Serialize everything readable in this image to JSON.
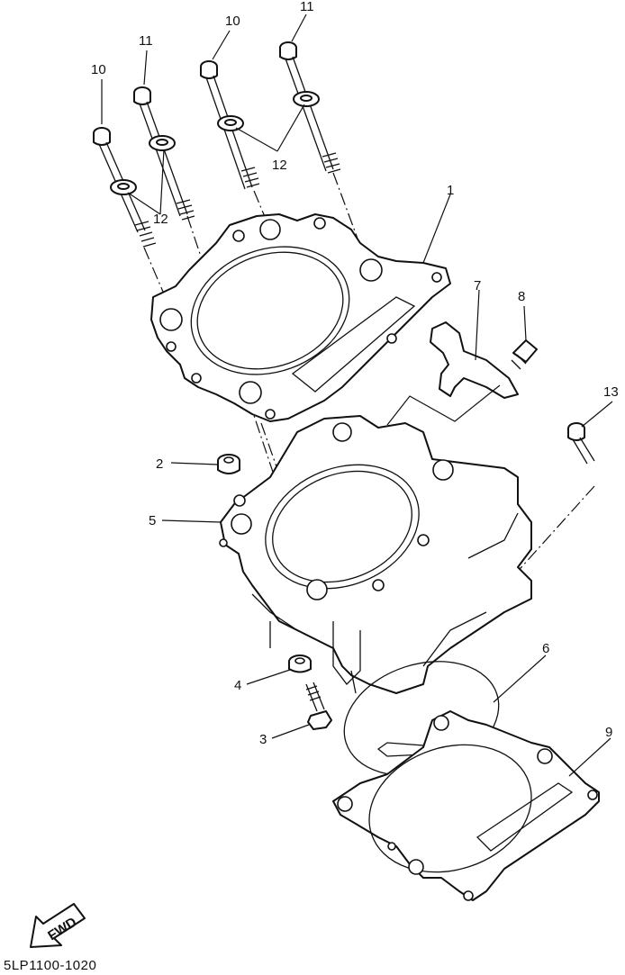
{
  "diagram": {
    "callouts": [
      {
        "id": "c10a",
        "text": "10"
      },
      {
        "id": "c11a",
        "text": "11"
      },
      {
        "id": "c10b",
        "text": "10"
      },
      {
        "id": "c11b",
        "text": "11"
      },
      {
        "id": "c12a",
        "text": "12"
      },
      {
        "id": "c12b",
        "text": "12"
      },
      {
        "id": "c1",
        "text": "1"
      },
      {
        "id": "c7",
        "text": "7"
      },
      {
        "id": "c8",
        "text": "8"
      },
      {
        "id": "c13",
        "text": "13"
      },
      {
        "id": "c2",
        "text": "2"
      },
      {
        "id": "c5",
        "text": "5"
      },
      {
        "id": "c6",
        "text": "6"
      },
      {
        "id": "c4",
        "text": "4"
      },
      {
        "id": "c3",
        "text": "3"
      },
      {
        "id": "c9",
        "text": "9"
      }
    ],
    "fwd_label": "FWD",
    "drawing_code": "5LP1100-1020"
  }
}
